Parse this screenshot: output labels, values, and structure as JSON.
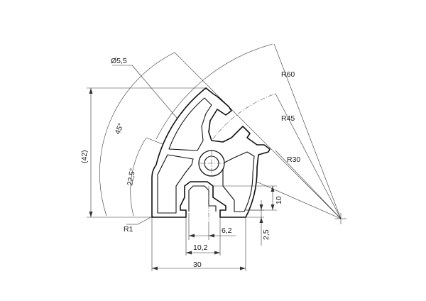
{
  "dimensions": {
    "diameter": "Ø5,5",
    "r60": "R60",
    "r45": "R45",
    "r30": "R30",
    "angle45": "45°",
    "angle22": "22,5°",
    "height42": "(42)",
    "dim10": "10",
    "dim2_5": "2,5",
    "r1": "R1",
    "dim6_2": "6,2",
    "dim10_2": "10,2",
    "dim30": "30"
  }
}
